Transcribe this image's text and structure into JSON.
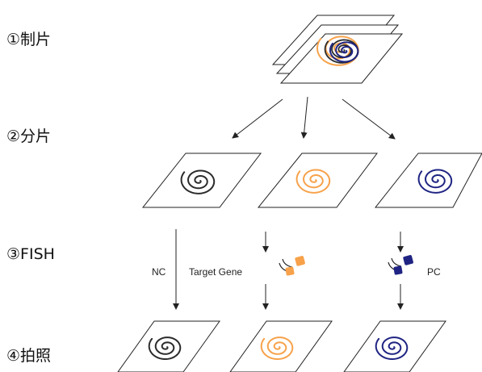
{
  "steps": [
    {
      "label": "①制片"
    },
    {
      "label": "②分片"
    },
    {
      "label": "③FISH"
    },
    {
      "label": "④拍照"
    }
  ],
  "groups": [
    {
      "label": "NC",
      "color": "#2b2b2b"
    },
    {
      "label": "Target Gene",
      "color": "#f7a24b"
    },
    {
      "label": "PC",
      "color": "#1f2483"
    }
  ],
  "colors": {
    "line": "#222222",
    "orange": "#f7a24b",
    "navy": "#1f2483",
    "black": "#2b2b2b"
  }
}
